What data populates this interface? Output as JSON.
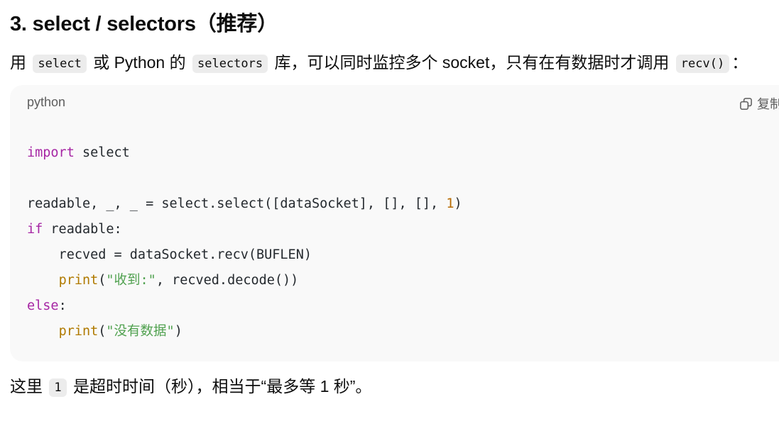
{
  "heading": "3. select / selectors（推荐）",
  "intro": {
    "t1": "用",
    "c1": "select",
    "t2": "或 Python 的",
    "c2": "selectors",
    "t3": "库，可以同时监控多个 socket，只有在有数据时才调用",
    "c3": "recv()",
    "t4": "："
  },
  "code_block": {
    "language": "python",
    "copy_label": "复制",
    "line1": {
      "kw": "import",
      "rest": " select"
    },
    "line3": {
      "pre": "readable, _, _ = select.select([dataSocket], [], [], ",
      "num": "1",
      "post": ")"
    },
    "line4": {
      "kw": "if",
      "rest": " readable:"
    },
    "line5": {
      "text": "    recved = dataSocket.recv(BUFLEN)"
    },
    "line6": {
      "indent": "    ",
      "fn": "print",
      "open": "(",
      "str": "\"收到:\"",
      "rest": ", recved.decode())"
    },
    "line7": {
      "kw": "else",
      "rest": ":"
    },
    "line8": {
      "indent": "    ",
      "fn": "print",
      "open": "(",
      "str": "\"没有数据\"",
      "rest": ")"
    }
  },
  "footer": {
    "t1": "这里",
    "c1": "1",
    "t2": "是超时时间（秒），相当于“最多等 1 秒”。"
  }
}
